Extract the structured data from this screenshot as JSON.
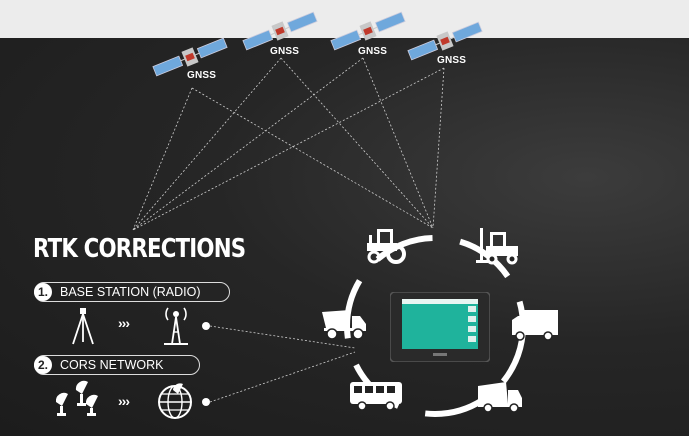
{
  "satellites": [
    {
      "label": "GNSS"
    },
    {
      "label": "GNSS"
    },
    {
      "label": "GNSS"
    },
    {
      "label": "GNSS"
    }
  ],
  "title": "RTK CORRECTIONS",
  "methods": [
    {
      "number": "1.",
      "label": "BASE STATION (RADIO)",
      "arrows": "›››"
    },
    {
      "number": "2.",
      "label": "CORS NETWORK",
      "arrows": "›››"
    }
  ],
  "vehicles": [
    "tractor-icon",
    "forklift-icon",
    "truck-icon",
    "garbage-truck-icon",
    "bus-icon",
    "dump-truck-icon"
  ],
  "colors": {
    "background": "#1e1e1e",
    "screen": "#1fb39c",
    "accent": "#ffffff"
  }
}
